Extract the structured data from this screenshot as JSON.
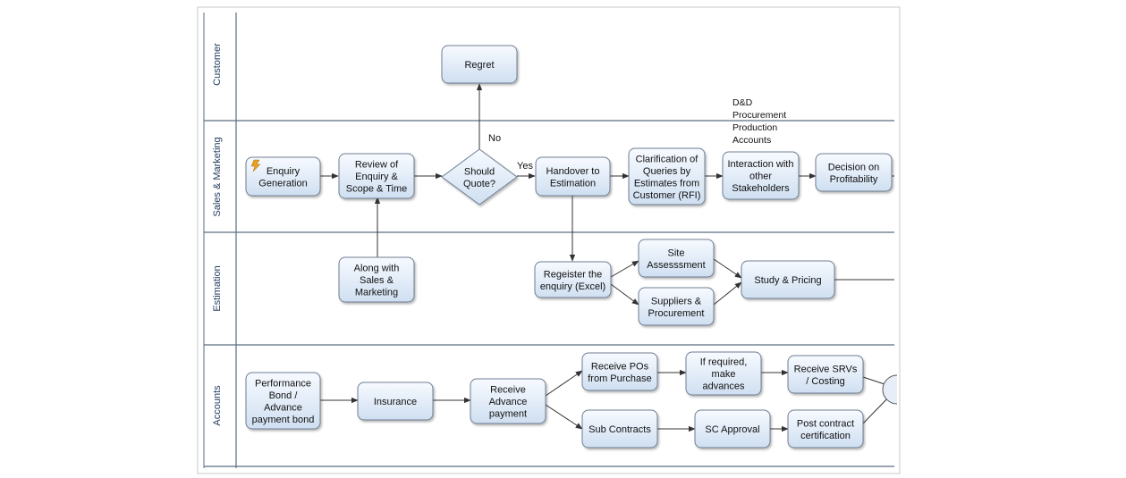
{
  "lanes": [
    {
      "id": "customer",
      "label": "Customer"
    },
    {
      "id": "sales",
      "label": "Sales & Marketing"
    },
    {
      "id": "estimation",
      "label": "Estimation"
    },
    {
      "id": "accounts",
      "label": "Accounts"
    }
  ],
  "nodes": {
    "regret": [
      "Regret"
    ],
    "enquiry": [
      "Enquiry",
      "Generation"
    ],
    "review": [
      "Review of",
      "Enquiry &",
      "Scope & Time"
    ],
    "should_quote": [
      "Should",
      "Quote?"
    ],
    "handover": [
      "Handover to",
      "Estimation"
    ],
    "clarification": [
      "Clarification of",
      "Queries by",
      "Estimates from",
      "Customer (RFI)"
    ],
    "interaction": [
      "Interaction with",
      "other",
      "Stakeholders"
    ],
    "decision": [
      "Decision on",
      "Profitability"
    ],
    "along_with": [
      "Along with",
      "Sales &",
      "Marketing"
    ],
    "register": [
      "Regeister the",
      "enquiry (Excel)"
    ],
    "site": [
      "Site",
      "Assesssment"
    ],
    "suppliers": [
      "Suppliers &",
      "Procurement"
    ],
    "study": [
      "Study & Pricing"
    ],
    "performance": [
      "Performance",
      "Bond /",
      "Advance",
      "payment bond"
    ],
    "insurance": [
      "Insurance"
    ],
    "receive_adv": [
      "Receive",
      "Advance",
      "payment"
    ],
    "receive_pos": [
      "Receive POs",
      "from Purchase"
    ],
    "if_required": [
      "If required,",
      "make",
      "advances"
    ],
    "receive_srvs": [
      "Receive SRVs",
      "/ Costing"
    ],
    "sub_contracts": [
      "Sub Contracts"
    ],
    "sc_approval": [
      "SC Approval"
    ],
    "post_contract": [
      "Post contract",
      "certification"
    ]
  },
  "edge_labels": {
    "no": "No",
    "yes": "Yes"
  },
  "note": [
    "D&D",
    "Procurement",
    "Production",
    "Accounts"
  ]
}
